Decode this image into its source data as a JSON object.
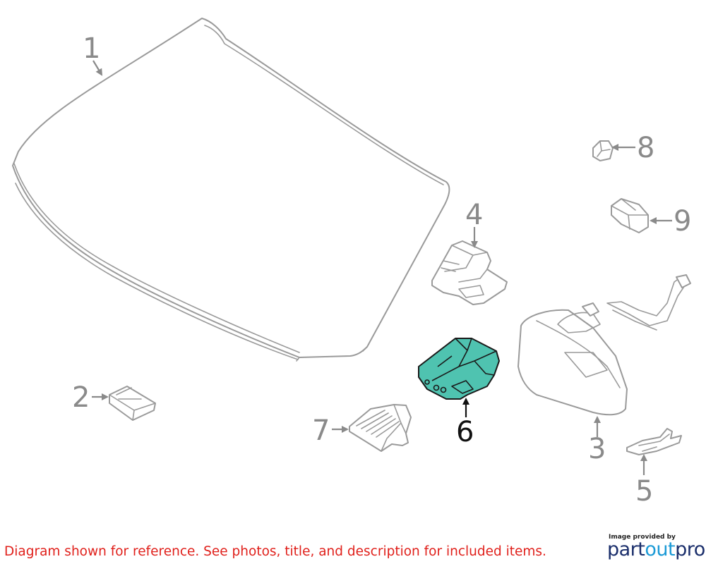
{
  "callouts": {
    "c1": "1",
    "c2": "2",
    "c3": "3",
    "c4": "4",
    "c5": "5",
    "c6": "6",
    "c7": "7",
    "c8": "8",
    "c9": "9"
  },
  "highlight_color": "#4fc3b0",
  "disclaimer": "Diagram shown for reference. See photos, title, and description for included items.",
  "provider_text": "Image provided by",
  "brand": {
    "part1": "part",
    "part2": "out",
    "part3": "pro"
  }
}
